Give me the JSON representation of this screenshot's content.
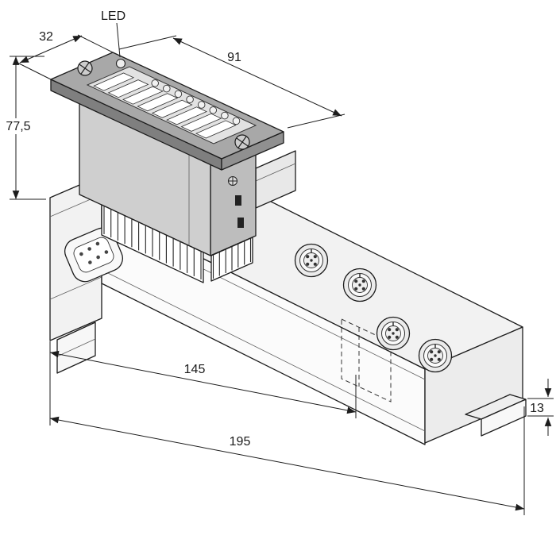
{
  "drawing": {
    "labels": {
      "led": "LED",
      "module_width_mm": "32",
      "module_length_mm": "91",
      "module_height_mm": "77,5",
      "base_length_mm": "145",
      "total_length_mm": "195",
      "foot_thickness_mm": "13"
    },
    "counts": {
      "led_indicators": 8,
      "label_slots": 8,
      "m12_connectors": 4,
      "dsub_pins": 6
    },
    "colors": {
      "line": "#1c1c1c",
      "cap_top": "#a8a8a8",
      "cap_side_left": "#7f7f7f",
      "cap_side_right": "#909090",
      "body": "#cfcfcf",
      "body_side": "#bdbdbd",
      "base": "#f2f2f2",
      "panel": "#e2e2e2"
    }
  }
}
